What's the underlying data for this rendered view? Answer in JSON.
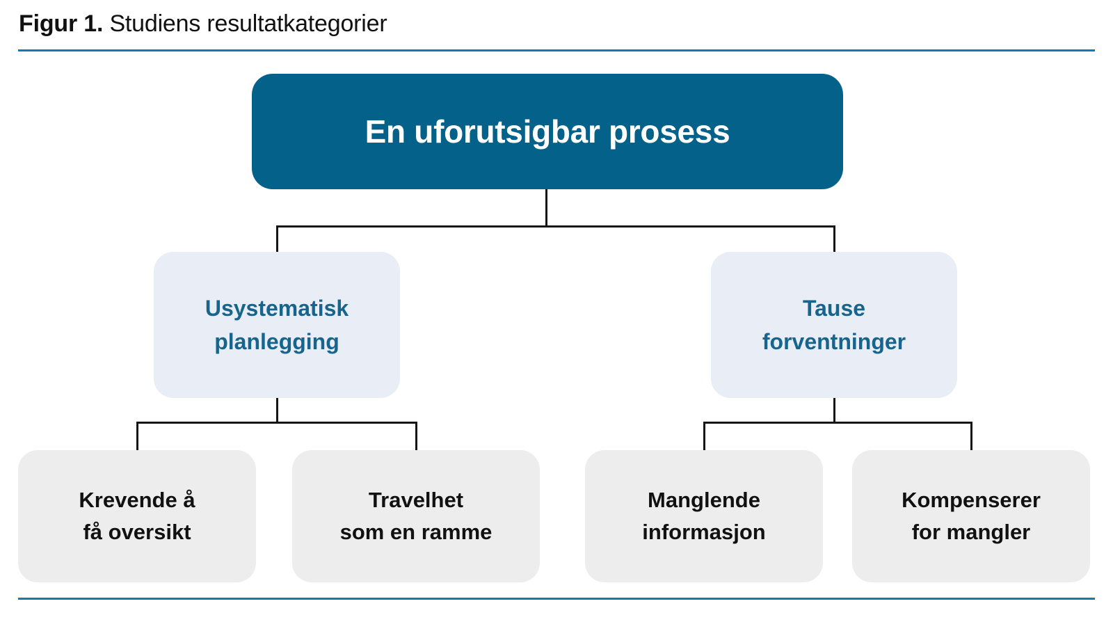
{
  "figure": {
    "label": "Figur 1.",
    "caption": "Studiens resultatkategorier"
  },
  "colors": {
    "rule": "#1579b0",
    "root_fill": "#04618a",
    "root_text": "#ffffff",
    "branch_fill": "#e8edf6",
    "branch_text": "#17648c",
    "leaf_fill": "#ededed",
    "leaf_text": "#111111",
    "connector": "#151515"
  },
  "tree": {
    "root": {
      "label": "En uforutsigbar prosess"
    },
    "branches": [
      {
        "label": "Usystematisk planlegging",
        "lines": [
          "Usystematisk",
          "planlegging"
        ],
        "children": [
          {
            "label": "Krevende å få oversikt",
            "lines": [
              "Krevende å",
              "få oversikt"
            ]
          },
          {
            "label": "Travelhet som en ramme",
            "lines": [
              "Travelhet",
              "som en ramme"
            ]
          }
        ]
      },
      {
        "label": "Tause forventninger",
        "lines": [
          "Tause",
          "forventninger"
        ],
        "children": [
          {
            "label": "Manglende informasjon",
            "lines": [
              "Manglende",
              "informasjon"
            ]
          },
          {
            "label": "Kompenserer for mangler",
            "lines": [
              "Kompenserer",
              "for mangler"
            ]
          }
        ]
      }
    ]
  }
}
